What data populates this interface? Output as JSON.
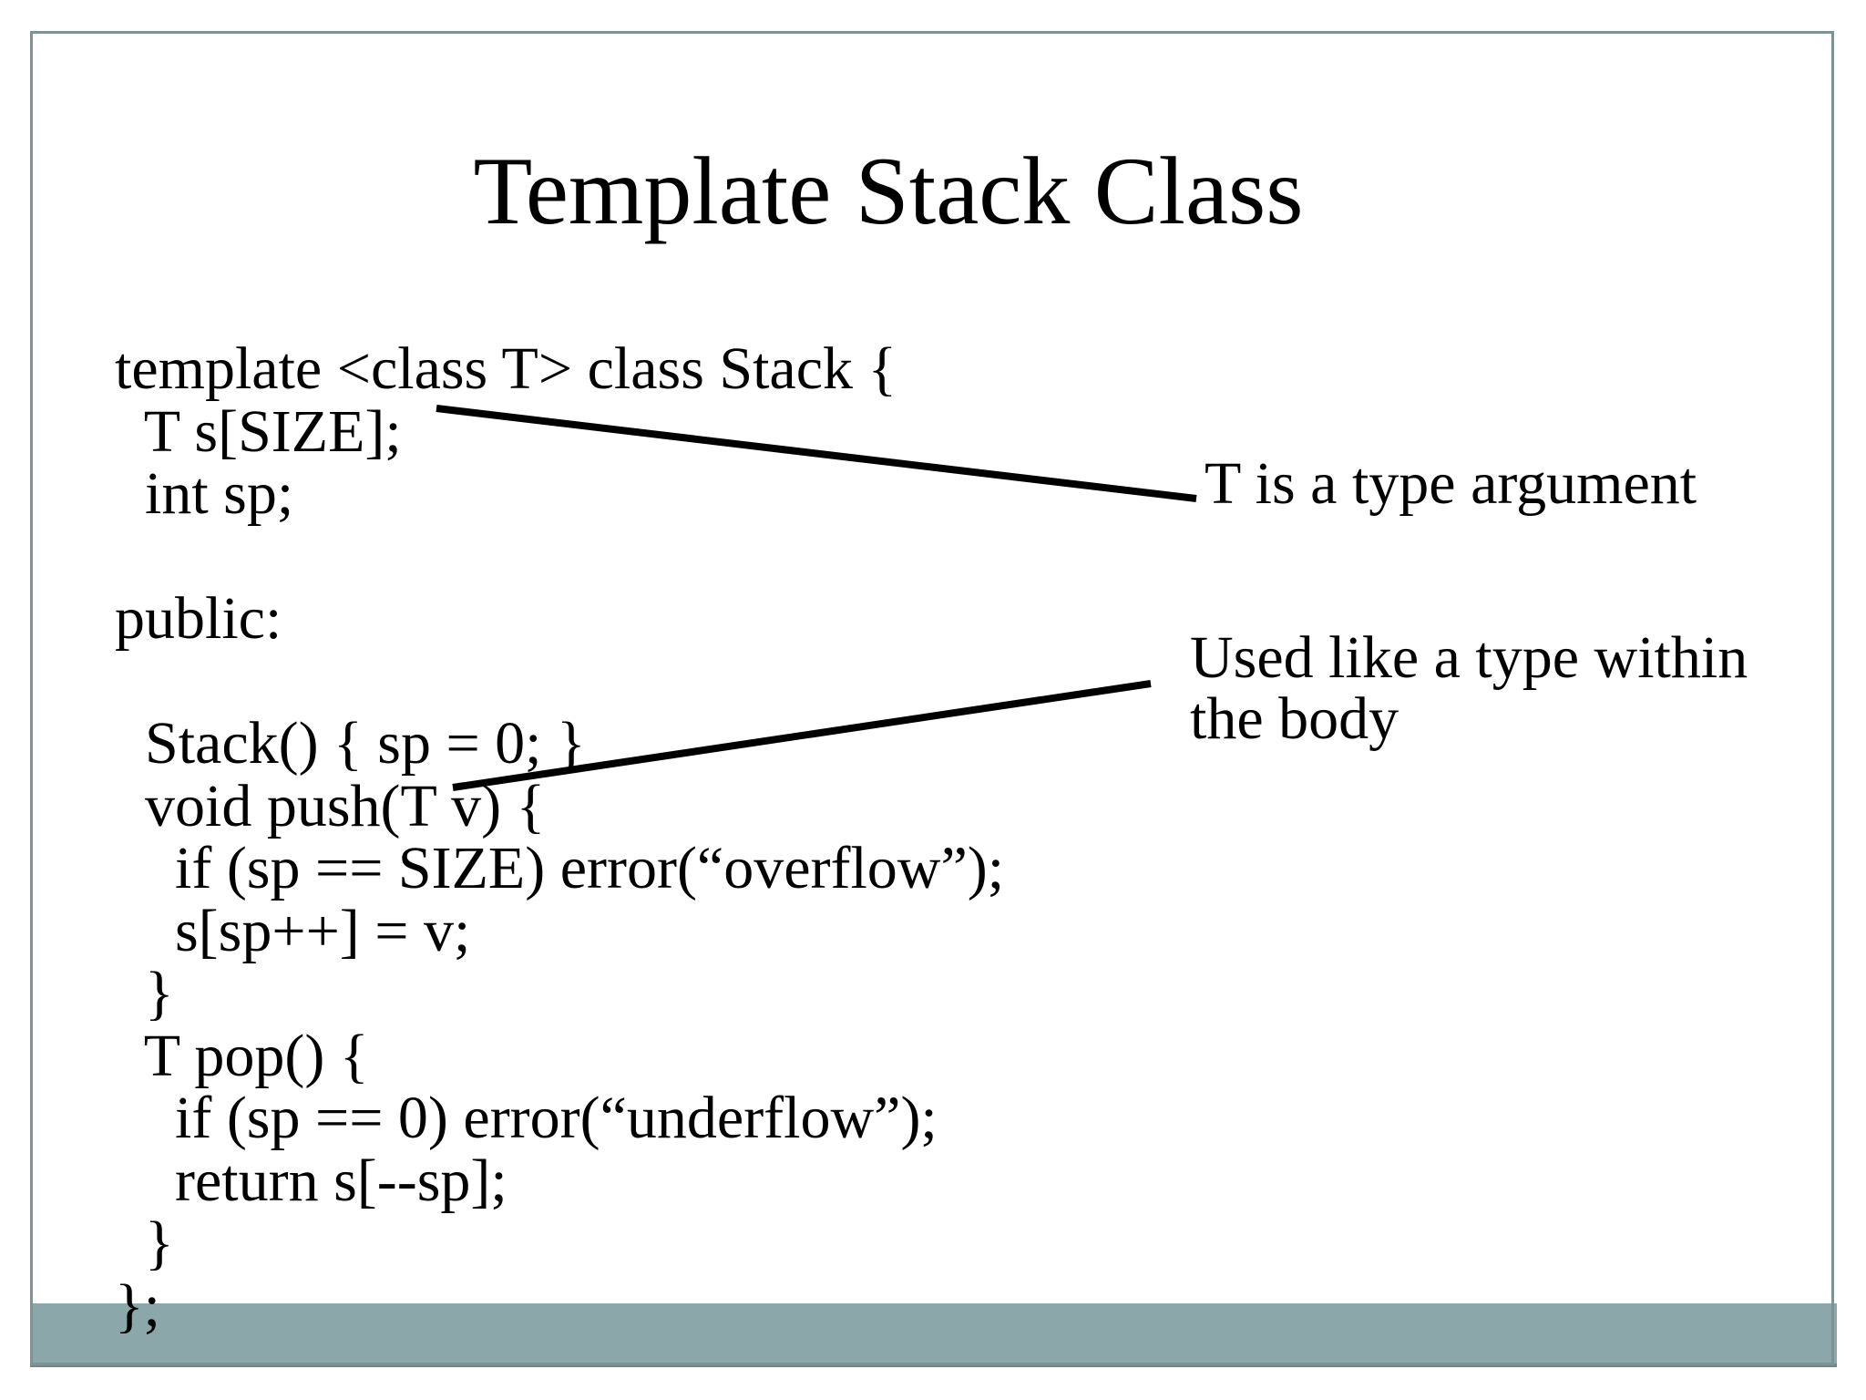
{
  "slide": {
    "title": "Template Stack Class",
    "code_lines": [
      "template <class T> class Stack {",
      "  T s[SIZE];",
      "  int sp;",
      "",
      "public:",
      "",
      "  Stack() { sp = 0; }",
      "  void push(T v) {",
      "    if (sp == SIZE) error(“overflow”);",
      "    s[sp++] = v;",
      "  }",
      "  T pop() {",
      "    if (sp == 0) error(“underflow”);",
      "    return s[--sp];",
      "  }",
      "};"
    ],
    "annotations": [
      {
        "text": "T is a type argument"
      },
      {
        "text": "Used like a type within the body"
      }
    ],
    "colors": {
      "accent_bar": "#8BA7A9",
      "accent_bar_edge": "#6F8789",
      "border": "#7E9394",
      "text": "#000000",
      "background": "#FFFFFF"
    }
  }
}
